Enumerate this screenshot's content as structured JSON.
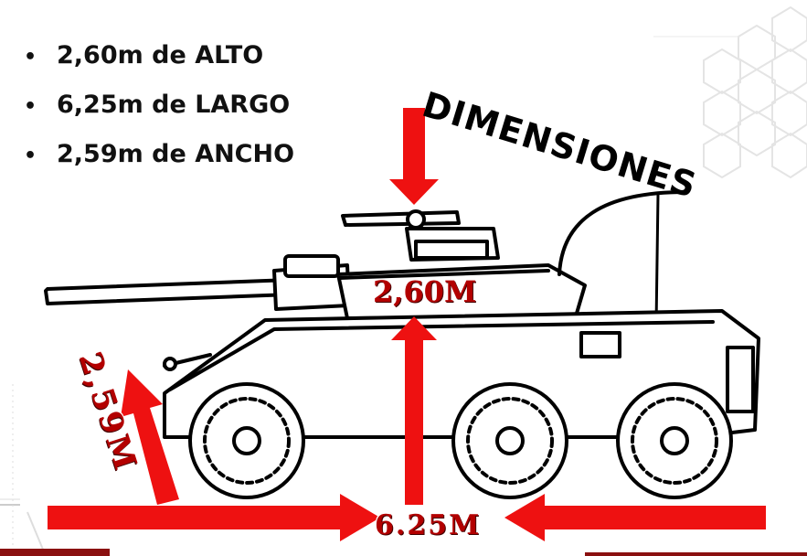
{
  "bullets": [
    "2,60m de ALTO",
    "6,25m de LARGO",
    "2,59m de ANCHO"
  ],
  "title": "DIMENSIONES",
  "labels": {
    "height": "2,60M",
    "length": "6.25M",
    "width": "2,59M"
  },
  "colors": {
    "arrow": "#ee1111",
    "label": "#b30000",
    "lineart": "#000000",
    "accent_bar": "#8a1010"
  }
}
